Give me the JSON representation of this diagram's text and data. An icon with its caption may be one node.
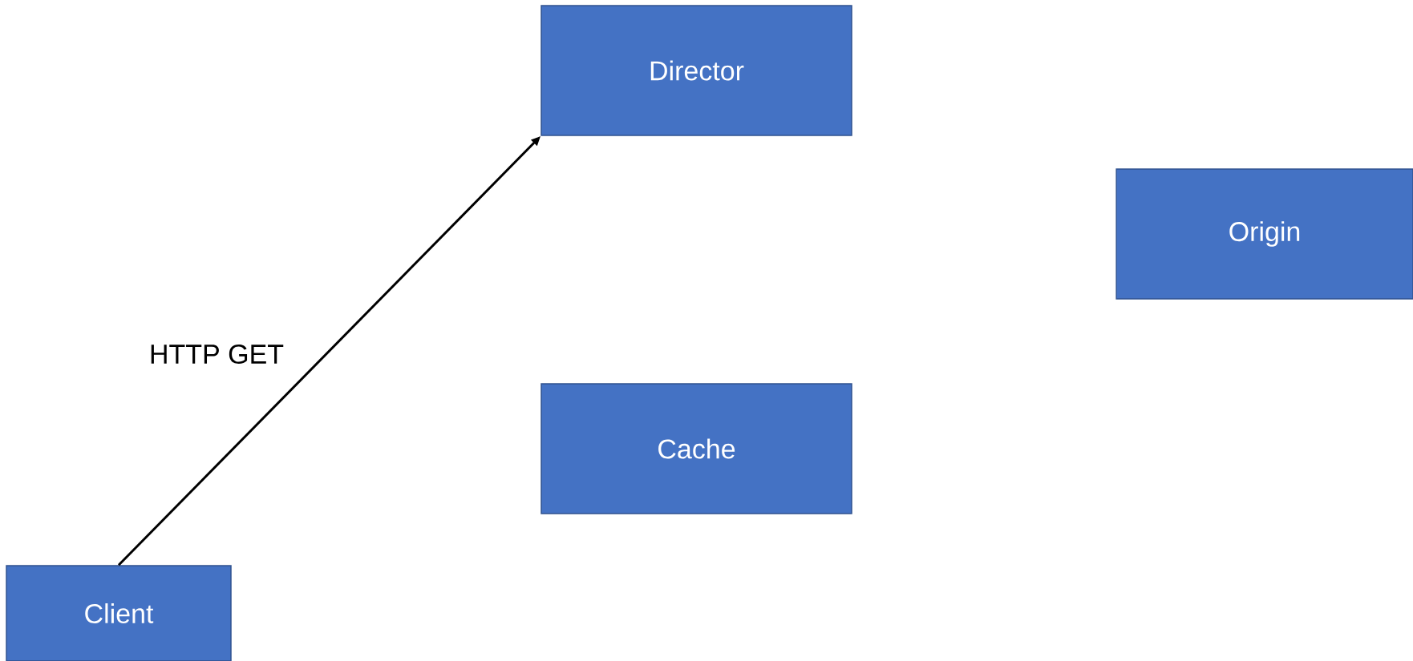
{
  "diagram": {
    "nodes": [
      {
        "text": [
          "Director"
        ]
      },
      {
        "text": [
          "Origin"
        ]
      },
      {
        "text": [
          "Cache"
        ]
      },
      {
        "text": [
          "Client"
        ]
      }
    ],
    "edges": [
      {
        "from": 3,
        "to": 0,
        "arrow": "to",
        "label": "HTTP GET"
      }
    ]
  }
}
